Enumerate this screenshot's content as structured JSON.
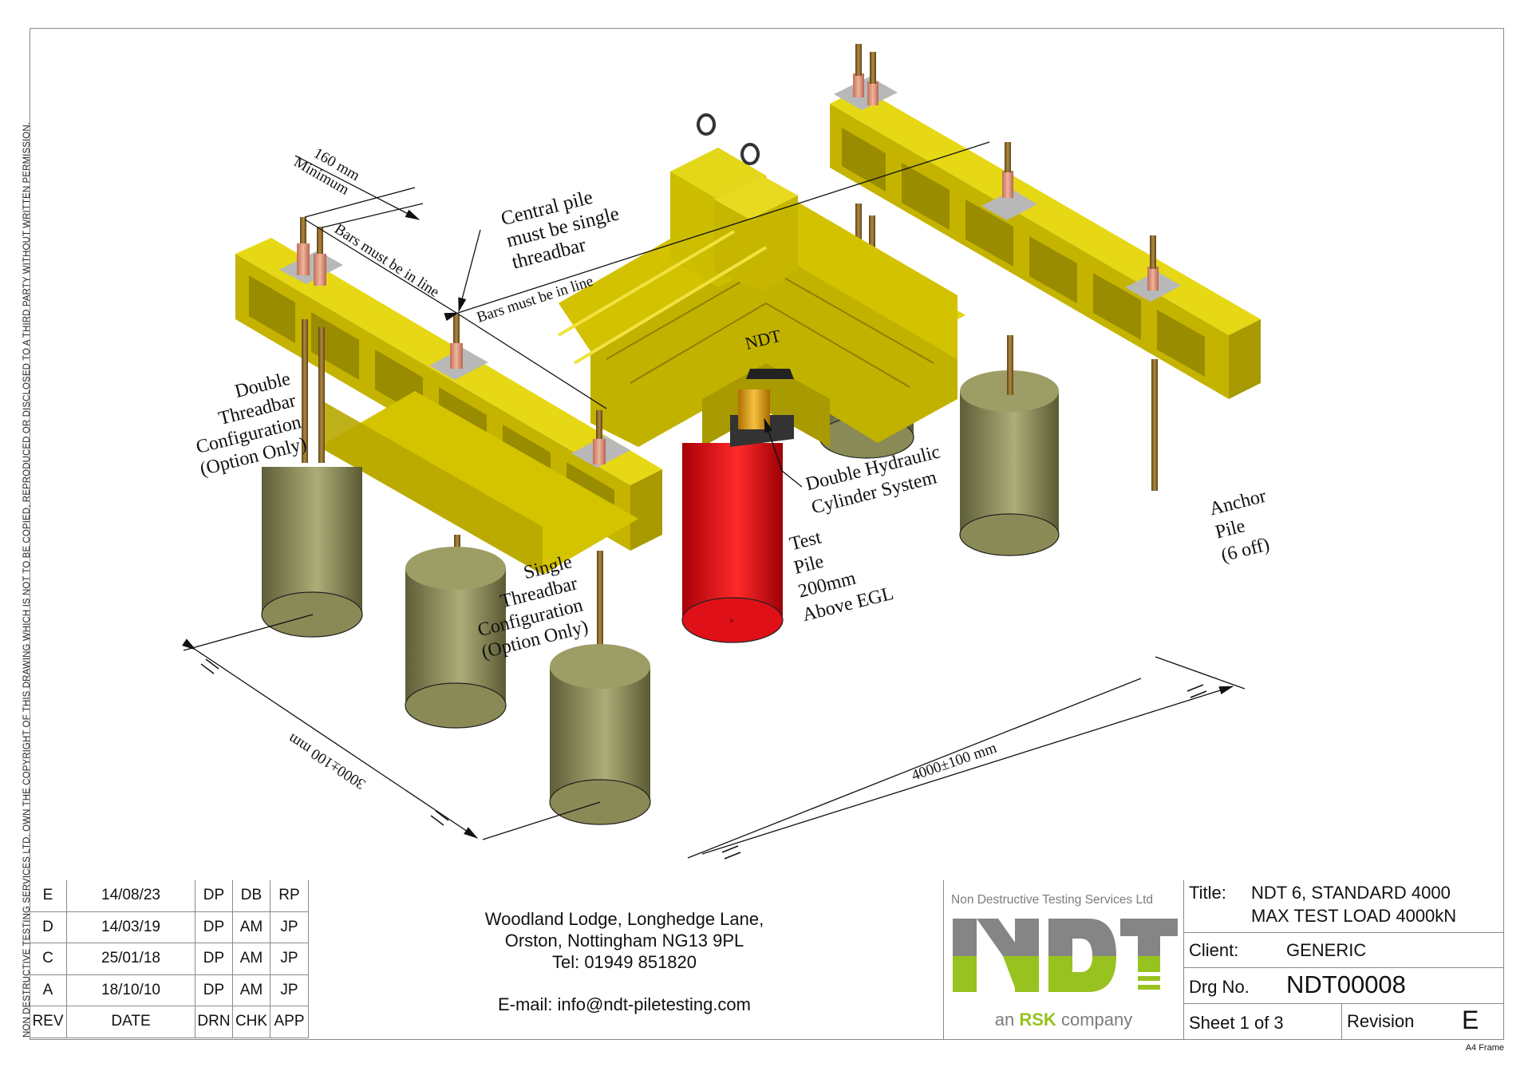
{
  "copyright_notice": "NON DESTRUCTIVE TESTING SERVICES LTD.  OWN THE COPYRIGHT OF THIS DRAWING WHICH IS NOT TO BE COPIED, REPRODUCED OR DISCLOSED TO A THIRD PARTY WITHOUT WRITTEN PERMISSION.",
  "drawing": {
    "annotations": {
      "min_spacing": [
        "160 mm",
        "Minimum"
      ],
      "bars_in_line_1": "Bars must be in line",
      "bars_in_line_2": "Bars must be in line",
      "central_pile": [
        "Central  pile",
        "must be single",
        "threadbar"
      ],
      "double_threadbar": [
        "Double",
        "Threadbar",
        "Configuration",
        "(Option Only)"
      ],
      "single_threadbar": [
        "Single",
        "Threadbar",
        "Configuration",
        "(Option Only)"
      ],
      "hydraulic": [
        "Double Hydraulic",
        "Cylinder System"
      ],
      "test_pile": [
        "Test",
        "Pile",
        "200mm",
        "Above EGL"
      ],
      "anchor_pile": [
        "Anchor",
        "Pile",
        "(6 off)"
      ],
      "beam_label": "NDT",
      "dim_width": "3000±100 mm",
      "dim_length": "4000±100 mm"
    },
    "colors": {
      "beam": "#d8c800",
      "beam_dark": "#a89a00",
      "beam_shadow": "#8c8000",
      "anchor_pile": "#9a9a62",
      "anchor_pile_dark": "#5e5e38",
      "test_pile": "#e8141a",
      "threadbar": "#8a6a2a",
      "nut": "#e8a088",
      "plate": "#b8b8b8"
    }
  },
  "revisions": {
    "headers": [
      "REV",
      "DATE",
      "DRN",
      "CHK",
      "APP"
    ],
    "rows": [
      [
        "E",
        "14/08/23",
        "DP",
        "DB",
        "RP"
      ],
      [
        "D",
        "14/03/19",
        "DP",
        "AM",
        "JP"
      ],
      [
        "C",
        "25/01/18",
        "DP",
        "AM",
        "JP"
      ],
      [
        "A",
        "18/10/10",
        "DP",
        "AM",
        "JP"
      ]
    ]
  },
  "address": {
    "line1": "Woodland Lodge, Longhedge Lane,",
    "line2": "Orston, Nottingham NG13 9PL",
    "tel": "Tel:  01949 851820",
    "email": "E-mail: info@ndt-piletesting.com"
  },
  "logo": {
    "company_name": "Non Destructive Testing Services Ltd",
    "wordmark": "NDT",
    "tagline_pre": "an",
    "tagline_brand": "RSK",
    "tagline_post": "company",
    "grey": "#858585",
    "green": "#98c21f"
  },
  "title_block": {
    "title_label": "Title:",
    "title_line1": "NDT 6, STANDARD 4000",
    "title_line2": "MAX TEST LOAD 4000kN",
    "client_label": "Client:",
    "client": "GENERIC",
    "drg_label": "Drg No.",
    "drg_no": "NDT00008",
    "sheet": "Sheet 1 of 3",
    "revision_label": "Revision",
    "revision": "E"
  },
  "frame_label": "A4 Frame"
}
